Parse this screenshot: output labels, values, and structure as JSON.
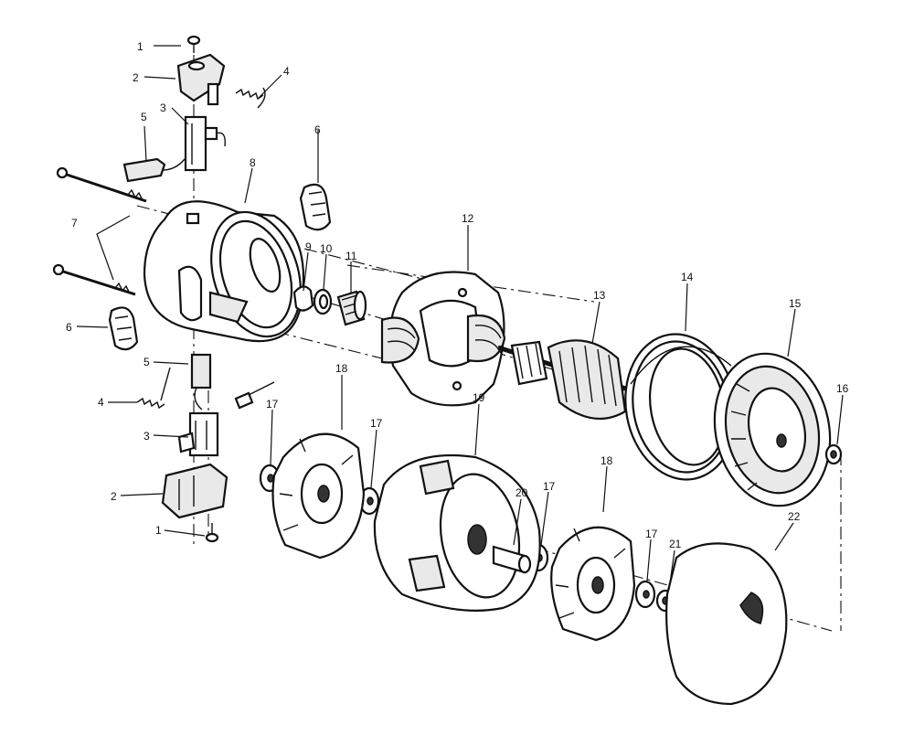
{
  "callouts": [
    {
      "id": "c1a",
      "text": "1"
    },
    {
      "id": "c2a",
      "text": "2"
    },
    {
      "id": "c3a",
      "text": "3"
    },
    {
      "id": "c4a",
      "text": "4"
    },
    {
      "id": "c5a",
      "text": "5"
    },
    {
      "id": "c6a",
      "text": "6"
    },
    {
      "id": "c7",
      "text": "7"
    },
    {
      "id": "c8",
      "text": "8"
    },
    {
      "id": "c6b",
      "text": "6"
    },
    {
      "id": "c9",
      "text": "9"
    },
    {
      "id": "c10",
      "text": "10"
    },
    {
      "id": "c11",
      "text": "11"
    },
    {
      "id": "c12",
      "text": "12"
    },
    {
      "id": "c13",
      "text": "13"
    },
    {
      "id": "c14",
      "text": "14"
    },
    {
      "id": "c15",
      "text": "15"
    },
    {
      "id": "c16",
      "text": "16"
    },
    {
      "id": "c5b",
      "text": "5"
    },
    {
      "id": "c4b",
      "text": "4"
    },
    {
      "id": "c3b",
      "text": "3"
    },
    {
      "id": "c2b",
      "text": "2"
    },
    {
      "id": "c1b",
      "text": "1"
    },
    {
      "id": "c18a",
      "text": "18"
    },
    {
      "id": "c17a",
      "text": "17"
    },
    {
      "id": "c17b",
      "text": "17"
    },
    {
      "id": "c19",
      "text": "19"
    },
    {
      "id": "c20",
      "text": "20"
    },
    {
      "id": "c17c",
      "text": "17"
    },
    {
      "id": "c18b",
      "text": "18"
    },
    {
      "id": "c17d",
      "text": "17"
    },
    {
      "id": "c21",
      "text": "21"
    },
    {
      "id": "c22",
      "text": "22"
    }
  ]
}
